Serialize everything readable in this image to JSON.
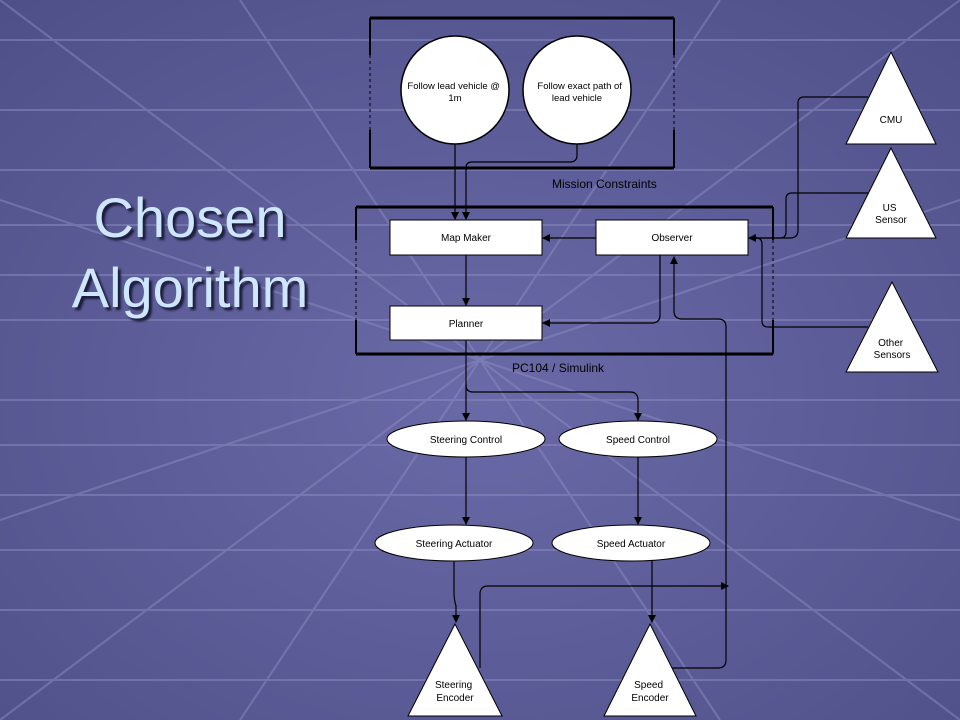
{
  "slide": {
    "title_line_1": "Chosen",
    "title_line_2": "Algorithm"
  },
  "diagram": {
    "mission": {
      "label": "Mission Constraints",
      "circle_1": [
        "Follow lead vehicle @",
        "1m"
      ],
      "circle_2": [
        "Follow exact path of",
        "lead vehicle"
      ]
    },
    "pc104": {
      "label": "PC104 / Simulink",
      "map_maker": "Map Maker",
      "observer": "Observer",
      "planner": "Planner"
    },
    "controls": {
      "steering_control": "Steering Control",
      "speed_control": "Speed Control",
      "steering_actuator": "Steering Actuator",
      "speed_actuator": "Speed Actuator"
    },
    "sensors": {
      "cmu": [
        "CMU"
      ],
      "us_sensor": [
        "US",
        "Sensor"
      ],
      "other_sensors": [
        "Other",
        "Sensors"
      ]
    },
    "encoders": {
      "steering_encoder": [
        "Steering",
        "Encoder"
      ],
      "speed_encoder": [
        "Speed",
        "Encoder"
      ]
    }
  },
  "colors": {
    "background": "#5f5f99",
    "grid_line": "#8a8ac0",
    "title": "#cfe6ff",
    "shape_fill": "#ffffff",
    "line": "#000000"
  }
}
